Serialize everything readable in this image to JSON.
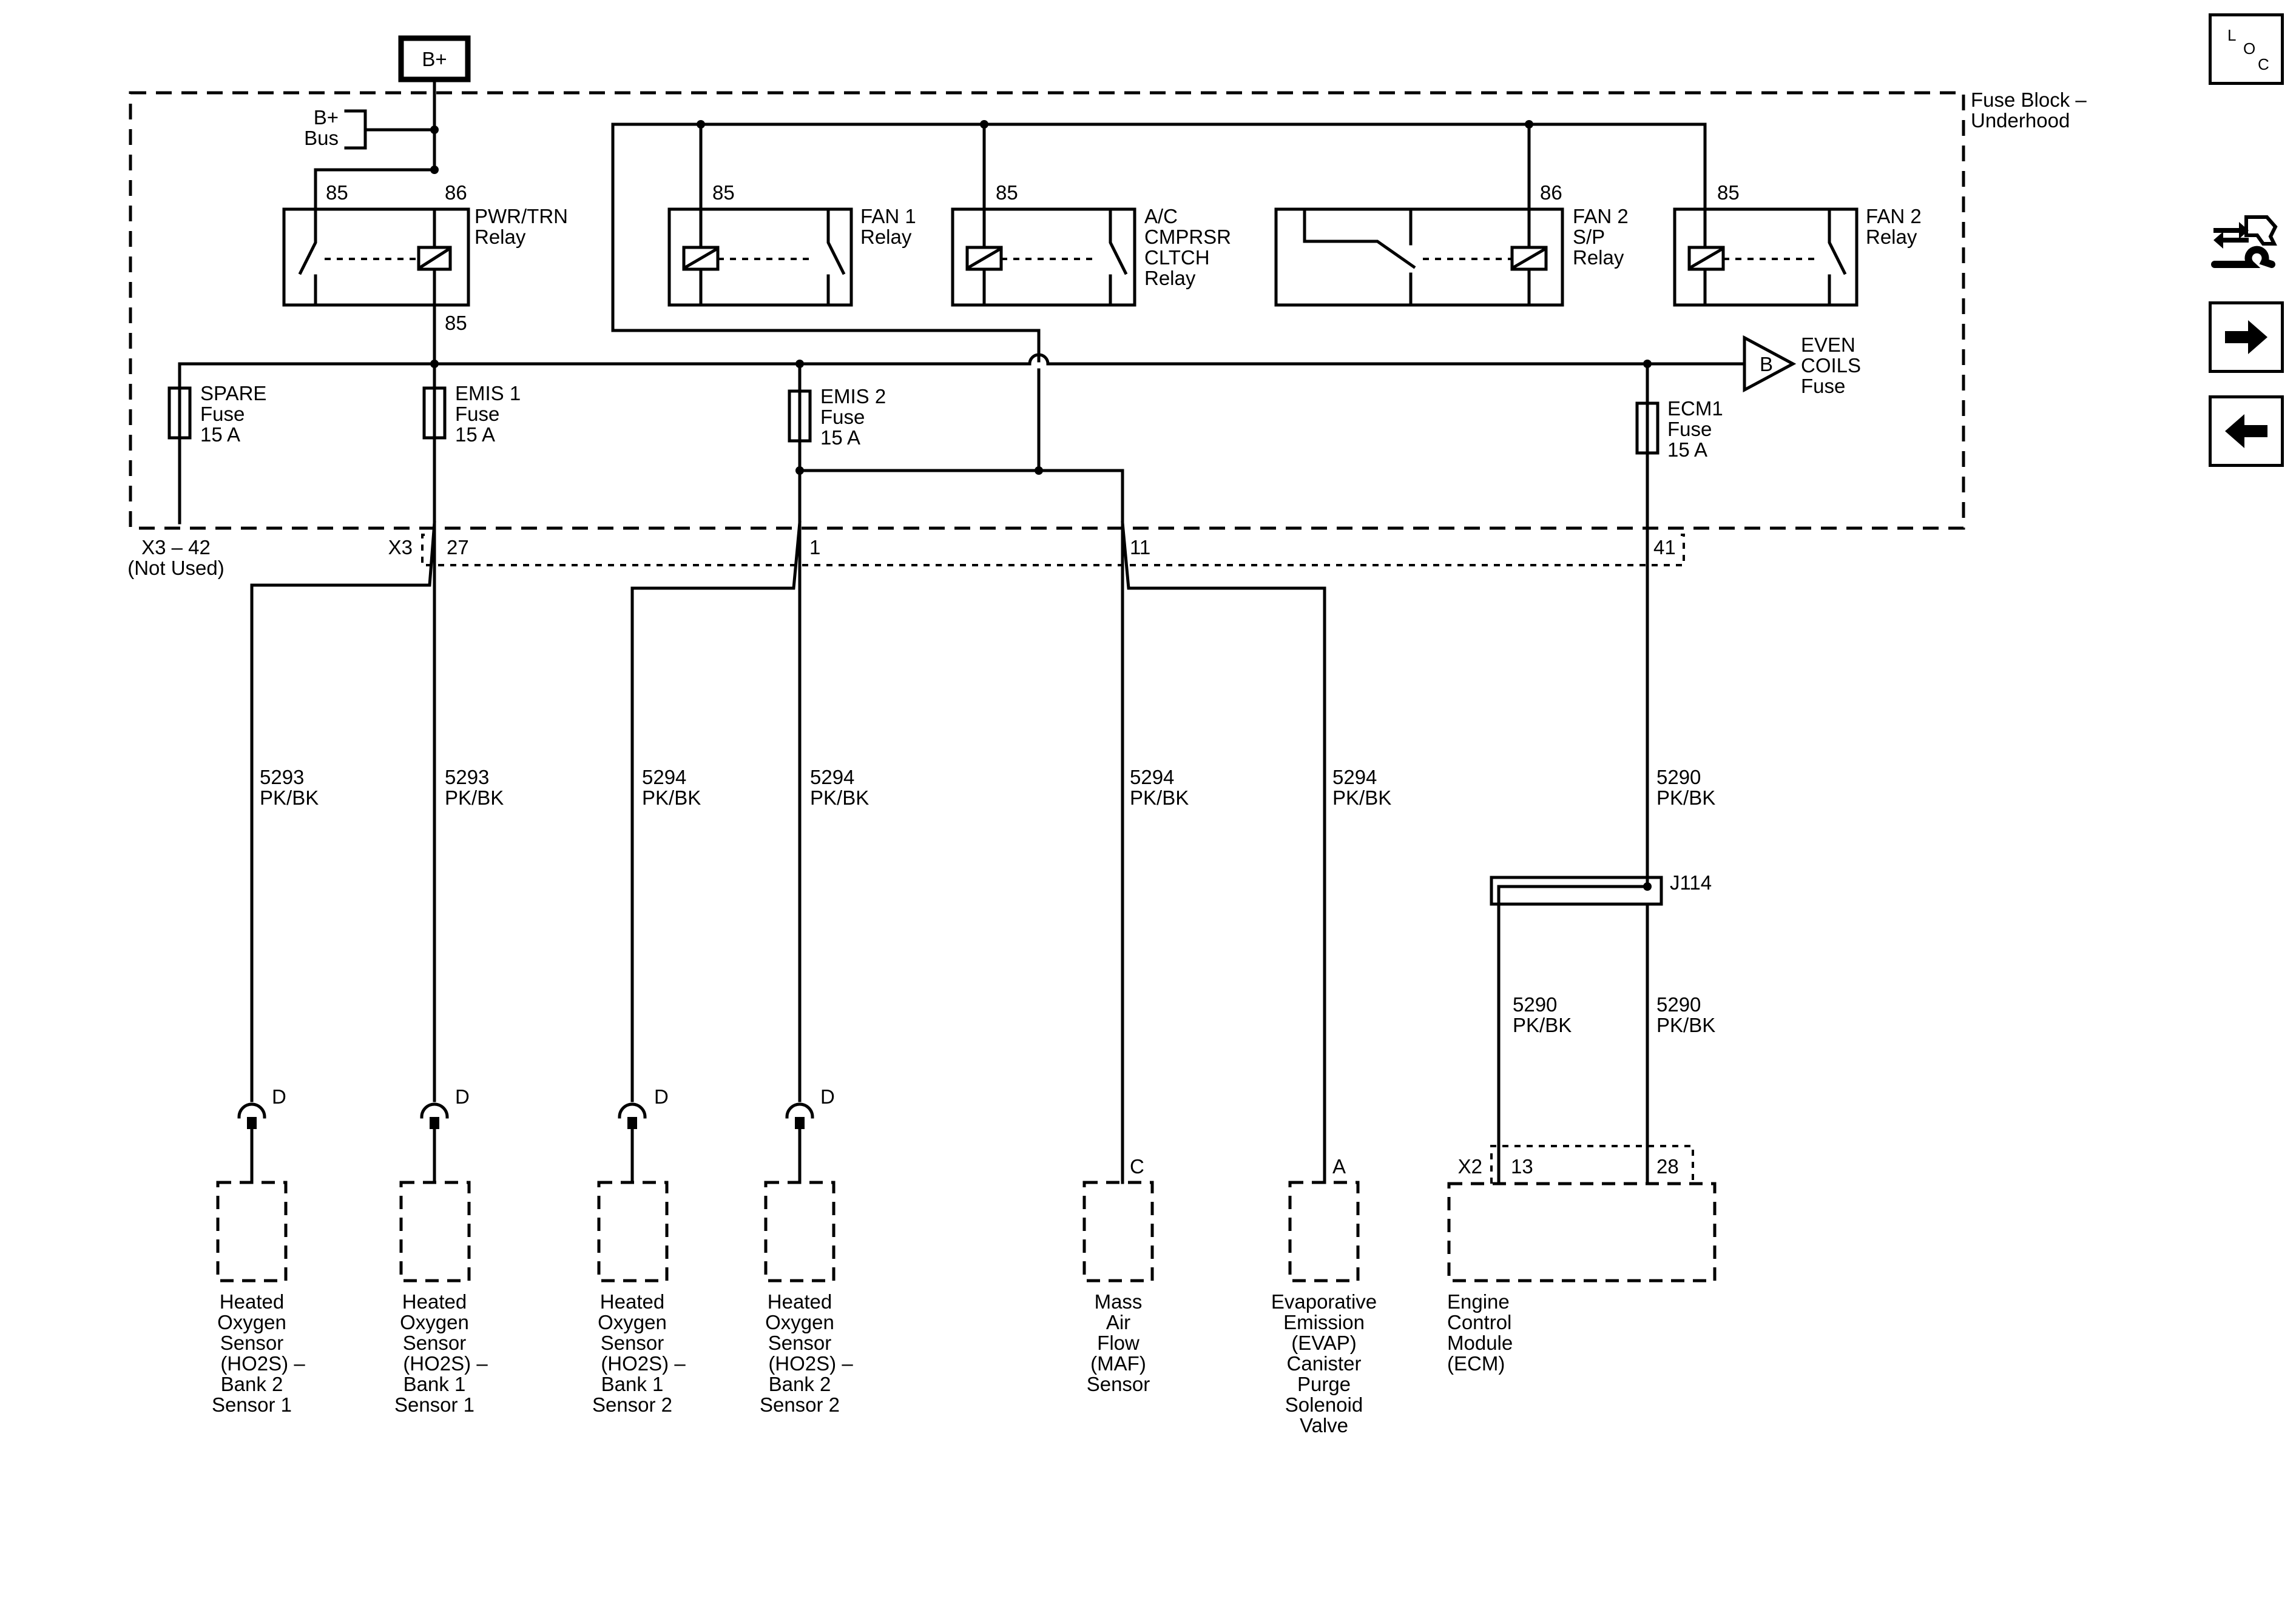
{
  "source": {
    "label": "B+"
  },
  "bus": {
    "label_1": "B+",
    "label_2": "Bus"
  },
  "fuse_block": {
    "label_1": "Fuse Block –",
    "label_2": "Underhood"
  },
  "relays": {
    "pwr_trn": {
      "pin_a": "85",
      "pin_b": "86",
      "pin_out": "85",
      "name_1": "PWR/TRN",
      "name_2": "Relay"
    },
    "fan1": {
      "pin": "85",
      "name_1": "FAN 1",
      "name_2": "Relay"
    },
    "ac": {
      "pin": "85",
      "name_1": "A/C",
      "name_2": "CMPRSR",
      "name_3": "CLTCH",
      "name_4": "Relay"
    },
    "fan2sp": {
      "pin": "86",
      "name_1": "FAN 2",
      "name_2": "S/P",
      "name_3": "Relay"
    },
    "fan2": {
      "pin": "85",
      "name_1": "FAN 2",
      "name_2": "Relay"
    }
  },
  "fuses": {
    "spare": {
      "name": "SPARE",
      "type": "Fuse",
      "rating": "15 A"
    },
    "emis1": {
      "name": "EMIS 1",
      "type": "Fuse",
      "rating": "15 A"
    },
    "emis2": {
      "name": "EMIS 2",
      "type": "Fuse",
      "rating": "15 A"
    },
    "ecm1": {
      "name": "ECM1",
      "type": "Fuse",
      "rating": "15 A"
    }
  },
  "even_coils": {
    "letter": "B",
    "label_1": "EVEN",
    "label_2": "COILS",
    "label_3": "Fuse"
  },
  "connector_x3": {
    "not_used_1": "X3 – 42",
    "not_used_2": "(Not Used)",
    "name": "X3",
    "pin_27": "27",
    "pin_1": "1",
    "pin_11": "11",
    "pin_41": "41"
  },
  "wires": [
    {
      "circuit": "5293",
      "color": "PK/BK"
    },
    {
      "circuit": "5293",
      "color": "PK/BK"
    },
    {
      "circuit": "5294",
      "color": "PK/BK"
    },
    {
      "circuit": "5294",
      "color": "PK/BK"
    },
    {
      "circuit": "5294",
      "color": "PK/BK"
    },
    {
      "circuit": "5294",
      "color": "PK/BK"
    },
    {
      "circuit": "5290",
      "color": "PK/BK"
    },
    {
      "circuit": "5290",
      "color": "PK/BK"
    },
    {
      "circuit": "5290",
      "color": "PK/BK"
    }
  ],
  "splice": {
    "label": "J114"
  },
  "pins": {
    "d1": "D",
    "d2": "D",
    "d3": "D",
    "d4": "D",
    "c": "C",
    "a": "A"
  },
  "ecm_connector": {
    "name": "X2",
    "pin_13": "13",
    "pin_28": "28"
  },
  "components": [
    {
      "lines": [
        "Heated",
        "Oxygen",
        "Sensor",
        "(HO2S) –",
        "Bank 2",
        "Sensor 1"
      ]
    },
    {
      "lines": [
        "Heated",
        "Oxygen",
        "Sensor",
        "(HO2S) –",
        "Bank 1",
        "Sensor 1"
      ]
    },
    {
      "lines": [
        "Heated",
        "Oxygen",
        "Sensor",
        "(HO2S) –",
        "Bank 1",
        "Sensor 2"
      ]
    },
    {
      "lines": [
        "Heated",
        "Oxygen",
        "Sensor",
        "(HO2S) –",
        "Bank 2",
        "Sensor 2"
      ]
    },
    {
      "lines": [
        "Mass",
        "Air",
        "Flow",
        "(MAF)",
        "Sensor"
      ]
    },
    {
      "lines": [
        "Evaporative",
        "Emission",
        "(EVAP)",
        "Canister",
        "Purge",
        "Solenoid",
        "Valve"
      ]
    },
    {
      "lines": [
        "Engine",
        "Control",
        "Module",
        "(ECM)"
      ]
    }
  ],
  "nav": {
    "loc": {
      "l": "L",
      "o": "O",
      "c": "C"
    },
    "icons": [
      "connector-wrench-icon",
      "arrow-right-icon",
      "arrow-left-icon"
    ]
  }
}
